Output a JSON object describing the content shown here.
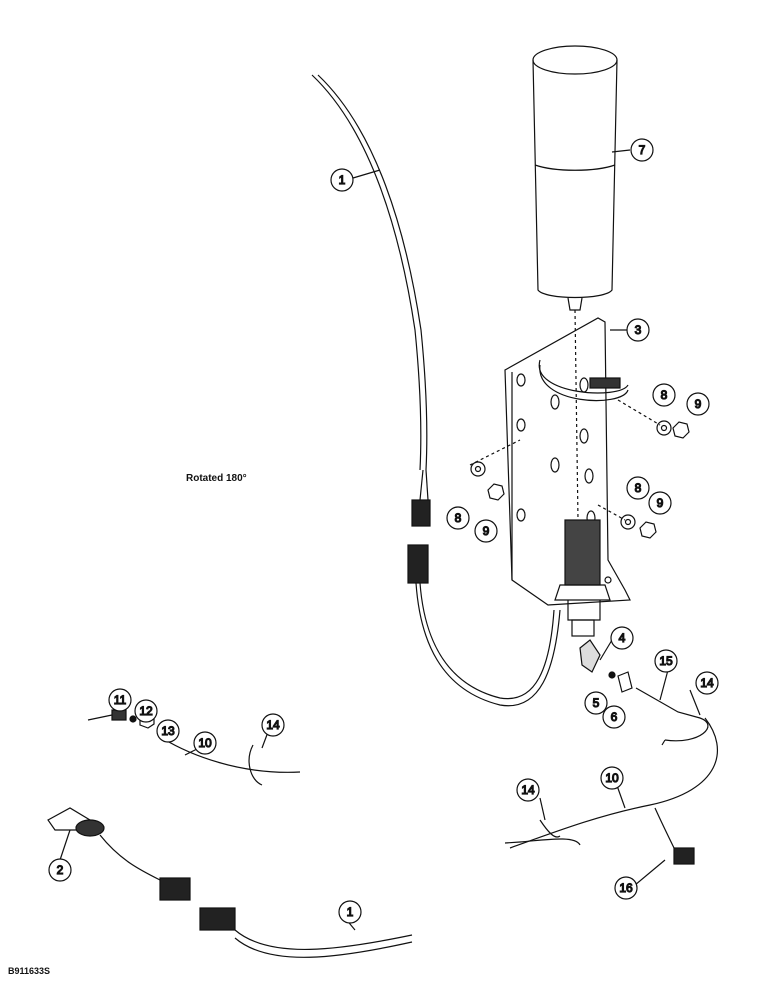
{
  "note": "Rotated 180°",
  "figure_id": "B911633S",
  "callouts": [
    {
      "id": "c1a",
      "label": "1"
    },
    {
      "id": "c7",
      "label": "7"
    },
    {
      "id": "c3",
      "label": "3"
    },
    {
      "id": "c8a",
      "label": "8"
    },
    {
      "id": "c9a",
      "label": "9"
    },
    {
      "id": "c8b",
      "label": "8"
    },
    {
      "id": "c9b",
      "label": "9"
    },
    {
      "id": "c8c",
      "label": "8"
    },
    {
      "id": "c9c",
      "label": "9"
    },
    {
      "id": "c4",
      "label": "4"
    },
    {
      "id": "c5",
      "label": "5"
    },
    {
      "id": "c6",
      "label": "6"
    },
    {
      "id": "c15",
      "label": "15"
    },
    {
      "id": "c14a",
      "label": "14"
    },
    {
      "id": "c10a",
      "label": "10"
    },
    {
      "id": "c14b",
      "label": "14"
    },
    {
      "id": "c16",
      "label": "16"
    },
    {
      "id": "c11",
      "label": "11"
    },
    {
      "id": "c12",
      "label": "12"
    },
    {
      "id": "c13",
      "label": "13"
    },
    {
      "id": "c10b",
      "label": "10"
    },
    {
      "id": "c14c",
      "label": "14"
    },
    {
      "id": "c2",
      "label": "2"
    },
    {
      "id": "c1b",
      "label": "1"
    }
  ]
}
